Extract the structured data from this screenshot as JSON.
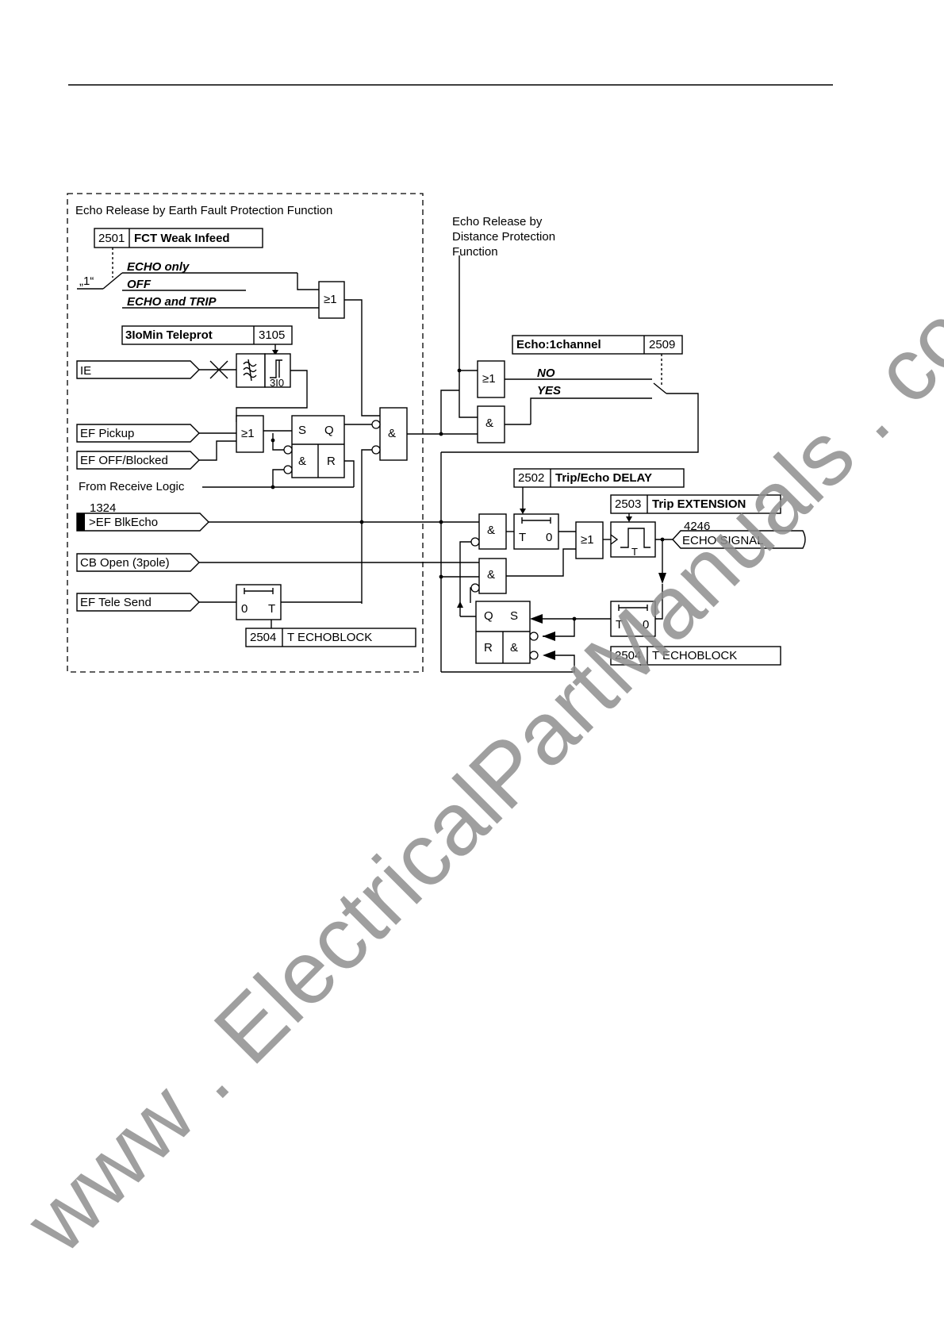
{
  "diagram": {
    "ef_section_title": "Echo Release by Earth Fault Protection Function",
    "param_2501": {
      "number": "2501",
      "name": "FCT Weak Infeed"
    },
    "switch_label": "„1“",
    "option_echo_only": "ECHO only",
    "option_off": "OFF",
    "option_echo_and_trip": "ECHO and TRIP",
    "param_3105": {
      "number": "3105",
      "name": "3IoMin Teleprot"
    },
    "threshold_label": "3I0",
    "or_symbol": "≥1",
    "and_symbol": "&",
    "flipflop_s": "S",
    "flipflop_q": "Q",
    "flipflop_r": "R",
    "timer_t": "T",
    "timer_0": "0",
    "inputs": {
      "ie": "IE",
      "ef_pickup": "EF Pickup",
      "ef_off_blocked": "EF OFF/Blocked",
      "from_receive_logic": "From Receive Logic",
      "blkecho_number": "1324",
      "blkecho": ">EF BlkEcho",
      "cb_open": "CB Open (3pole)",
      "ef_tele_send": "EF Tele Send"
    },
    "param_2504_left": {
      "number": "2504",
      "name": "T ECHOBLOCK"
    },
    "distance_title_lines": [
      "Echo Release by",
      "Distance Protection",
      "Function"
    ],
    "param_2509": {
      "number": "2509",
      "name": "Echo:1channel"
    },
    "option_no": "NO",
    "option_yes": "YES",
    "param_2502": {
      "number": "2502",
      "name": "Trip/Echo DELAY"
    },
    "param_2503": {
      "number": "2503",
      "name": "Trip EXTENSION"
    },
    "output_number": "4246",
    "output_echo_signal": "ECHO SIGNAL",
    "param_2504_right": {
      "number": "2504",
      "name": "T ECHOBLOCK"
    }
  },
  "watermark": "www . ElectricalPartManuals . com",
  "colors": {
    "line": "#000000",
    "watermark": "#8f8f8f",
    "background": "#ffffff"
  }
}
